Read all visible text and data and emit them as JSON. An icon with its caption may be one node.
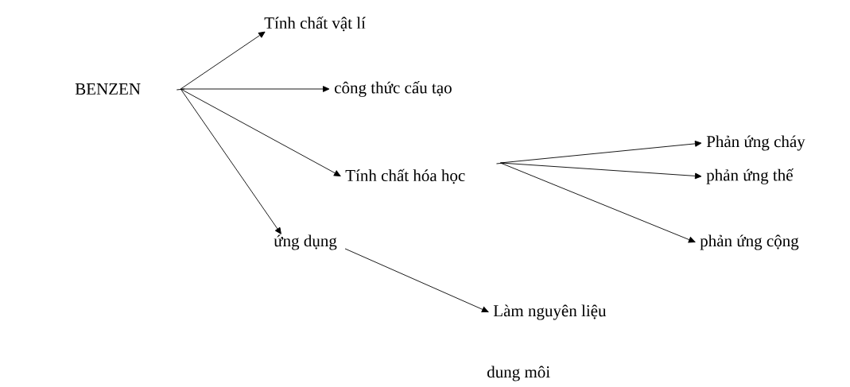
{
  "diagram": {
    "nodes": [
      {
        "text": [
          "BENZEN"
        ]
      },
      {
        "text": [
          "Tính chất vật lí"
        ]
      },
      {
        "text": [
          "công thức cấu tạo"
        ]
      },
      {
        "text": [
          "Tính chất hóa học"
        ]
      },
      {
        "text": [
          "ứng dụng"
        ]
      },
      {
        "text": [
          "Phản ứng cháy"
        ]
      },
      {
        "text": [
          "phản ứng thế"
        ]
      },
      {
        "text": [
          "phản ứng cộng"
        ]
      },
      {
        "text": [
          "Làm nguyên liệu"
        ]
      }
    ],
    "edges": [
      {
        "from": 0,
        "to": 1,
        "arrow": "to"
      },
      {
        "from": 0,
        "to": 2,
        "arrow": "to"
      },
      {
        "from": 0,
        "to": 3,
        "arrow": "to"
      },
      {
        "from": 0,
        "to": 4,
        "arrow": "to"
      },
      {
        "from": 3,
        "to": 5,
        "arrow": "to"
      },
      {
        "from": 3,
        "to": 6,
        "arrow": "to"
      },
      {
        "from": 3,
        "to": 7,
        "arrow": "to"
      },
      {
        "from": 4,
        "to": 8,
        "arrow": "to"
      }
    ],
    "labels": [
      "dung môi"
    ]
  }
}
